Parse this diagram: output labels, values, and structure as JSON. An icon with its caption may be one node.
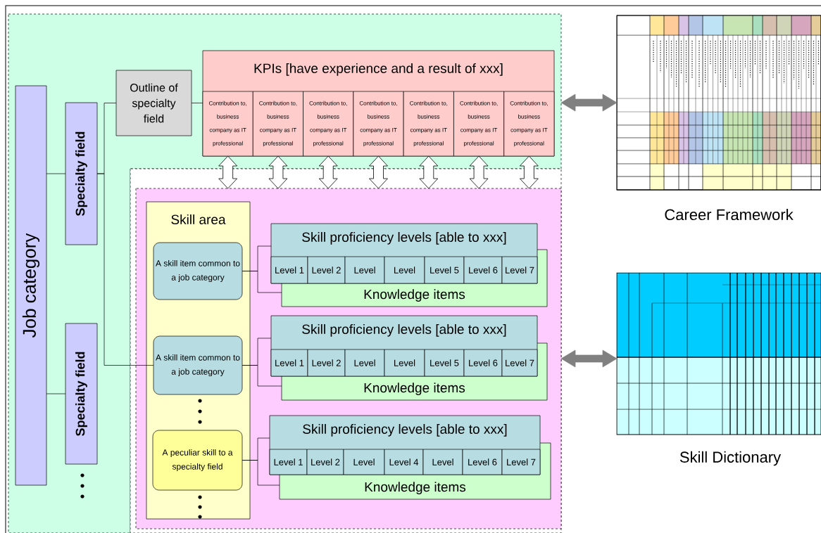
{
  "diagram": {
    "nodes": [
      {
        "text": [],
        "shape": "box"
      },
      {
        "text": [
          "Job category"
        ],
        "in": 0
      },
      {
        "text": [
          "Specialty field"
        ],
        "in": 0
      },
      {
        "text": [
          "Specialty field"
        ],
        "in": 0
      },
      {
        "text": [
          "Outline of specialty field"
        ],
        "in": 0
      },
      {
        "text": [
          "KPIs [have experience and a result of xxx]"
        ],
        "in": 0
      },
      {
        "text": [
          "Contribution to, business company as IT professional"
        ],
        "in": 5
      },
      {
        "text": [
          "Contribution to, business company as IT professional"
        ],
        "in": 5
      },
      {
        "text": [
          "Contribution to, business company as IT professional"
        ],
        "in": 5
      },
      {
        "text": [
          "Contribution to, business company as IT professional"
        ],
        "in": 5
      },
      {
        "text": [
          "Contribution to, business company as IT professional"
        ],
        "in": 5
      },
      {
        "text": [
          "Contribution to, business company as IT professional"
        ],
        "in": 5
      },
      {
        "text": [
          "Contribution to, business company as IT professional"
        ],
        "in": 5
      },
      {
        "text": [],
        "shape": "table",
        "beside": [
          "Career Framework"
        ]
      },
      {
        "text": [],
        "shape": "box"
      },
      {
        "text": [
          "Skill area"
        ],
        "in": 14
      },
      {
        "text": [
          "A skill item common to a job category"
        ],
        "in": 15
      },
      {
        "text": [
          "A skill item common to a job category"
        ],
        "in": 15
      },
      {
        "text": [
          "A peculiar skill to a specialty field"
        ],
        "in": 15
      },
      {
        "text": [
          "Skill proficiency levels [able to xxx]"
        ],
        "in": 14
      },
      {
        "text": [
          "Level 1"
        ],
        "in": 19
      },
      {
        "text": [
          "Level 2"
        ]
      },
      {
        "text": [
          "Level"
        ]
      },
      {
        "text": [
          "Level"
        ]
      },
      {
        "text": [
          "Level 5"
        ]
      },
      {
        "text": [
          "Level 6"
        ]
      },
      {
        "text": [
          "Level 7"
        ]
      },
      {
        "text": [
          "Knowledge items"
        ],
        "in": 14
      },
      {
        "text": [
          "Skill proficiency levels [able to xxx]"
        ],
        "in": 14
      },
      {
        "text": [
          "Level 1"
        ],
        "in": 28
      },
      {
        "text": [
          "Level 2"
        ]
      },
      {
        "text": [
          "Level"
        ]
      },
      {
        "text": [
          "Level"
        ]
      },
      {
        "text": [
          "Level 5"
        ]
      },
      {
        "text": [
          "Level 6"
        ]
      },
      {
        "text": [
          "Level 7"
        ]
      },
      {
        "text": [
          "Knowledge items"
        ],
        "in": 14
      },
      {
        "text": [
          "Skill proficiency levels [able to xxx]"
        ],
        "in": 14
      },
      {
        "text": [
          "Level 1"
        ],
        "in": 37
      },
      {
        "text": [
          "Level 2"
        ]
      },
      {
        "text": [
          "Level"
        ]
      },
      {
        "text": [
          "Level 4"
        ]
      },
      {
        "text": [
          "Level"
        ]
      },
      {
        "text": [
          "Level 6"
        ]
      },
      {
        "text": [
          "Level 7"
        ]
      },
      {
        "text": [
          "Knowledge items"
        ],
        "in": 14
      },
      {
        "text": [],
        "shape": "table",
        "beside": [
          "Skill Dictionary"
        ]
      }
    ],
    "edges": [
      {
        "from": 1,
        "to": 2,
        "arrow": "none"
      },
      {
        "from": 1,
        "to": 3,
        "arrow": "none"
      },
      {
        "from": 2,
        "to": 4,
        "arrow": "none"
      },
      {
        "from": 2,
        "to": 17,
        "arrow": "none"
      },
      {
        "from": 4,
        "to": 5,
        "arrow": "none"
      },
      {
        "from": 0,
        "to": 13,
        "arrow": "both",
        "style": "thick",
        "color": "#808080"
      },
      {
        "from": 6,
        "to": 14,
        "arrow": "both",
        "style": "thick"
      },
      {
        "from": 7,
        "to": 14,
        "arrow": "both",
        "style": "thick"
      },
      {
        "from": 8,
        "to": 14,
        "arrow": "both",
        "style": "thick"
      },
      {
        "from": 9,
        "to": 14,
        "arrow": "both",
        "style": "thick"
      },
      {
        "from": 10,
        "to": 14,
        "arrow": "both",
        "style": "thick"
      },
      {
        "from": 11,
        "to": 14,
        "arrow": "both",
        "style": "thick"
      },
      {
        "from": 12,
        "to": 14,
        "arrow": "both",
        "style": "thick"
      },
      {
        "from": 16,
        "to": 19,
        "arrow": "none"
      },
      {
        "from": 16,
        "to": 27,
        "arrow": "none"
      },
      {
        "from": 17,
        "to": 28,
        "arrow": "none"
      },
      {
        "from": 17,
        "to": 36,
        "arrow": "none"
      },
      {
        "from": 18,
        "to": 37,
        "arrow": "none"
      },
      {
        "from": 18,
        "to": 45,
        "arrow": "none"
      },
      {
        "from": 14,
        "to": 46,
        "arrow": "both",
        "style": "thick",
        "color": "#808080"
      }
    ]
  }
}
